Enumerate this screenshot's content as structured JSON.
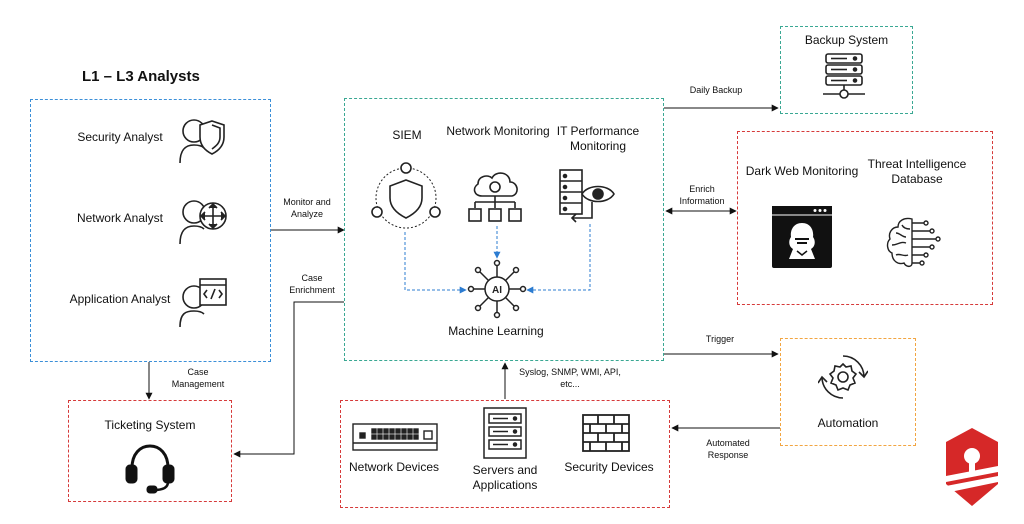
{
  "analysts": {
    "title": "L1 – L3 Analysts",
    "security": "Security Analyst",
    "network": "Network Analyst",
    "application": "Application Analyst"
  },
  "core": {
    "siem": "SIEM",
    "network_monitoring": "Network Monitoring",
    "it_performance_line1": "IT Performance",
    "it_performance_line2": "Monitoring",
    "machine_learning": "Machine Learning"
  },
  "backup": {
    "title": "Backup System"
  },
  "threat": {
    "dark_web": "Dark Web Monitoring",
    "ti_line1": "Threat  Intelligence",
    "ti_line2": "Database"
  },
  "automation": {
    "title": "Automation"
  },
  "ticketing": {
    "title": "Ticketing System"
  },
  "devices": {
    "network": "Network Devices",
    "servers_line1": "Servers and",
    "servers_line2": "Applications",
    "security": "Security Devices"
  },
  "flows": {
    "monitor_line1": "Monitor and",
    "monitor_line2": "Analyze",
    "case_enrich_line1": "Case",
    "case_enrich_line2": "Enrichment",
    "case_mgmt_line1": "Case",
    "case_mgmt_line2": "Management",
    "daily_backup": "Daily Backup",
    "enrich_line1": "Enrich",
    "enrich_line2": "Information",
    "trigger": "Trigger",
    "syslog_line1": "Syslog, SNMP,  WMI,  API,",
    "syslog_line2": "etc...",
    "auto_resp_line1": "Automated",
    "auto_resp_line2": "Response"
  },
  "colors": {
    "teal_border": "#3aa893",
    "blue_border": "#3b8fd8",
    "red_border": "#d63a3a",
    "orange_border": "#f2a541",
    "dash_arrow": "#2c7cd1",
    "logo_red": "#d62828"
  },
  "icons": [
    "shield-user-icon",
    "router-user-icon",
    "code-user-icon",
    "siem-shield-icon",
    "cloud-network-icon",
    "server-eye-icon",
    "ai-chip-icon",
    "server-stack-icon",
    "hacker-window-icon",
    "brain-circuit-icon",
    "gear-cycle-icon",
    "headset-icon",
    "switch-icon",
    "server-rack-icon",
    "firewall-icon",
    "brand-logo-icon"
  ]
}
